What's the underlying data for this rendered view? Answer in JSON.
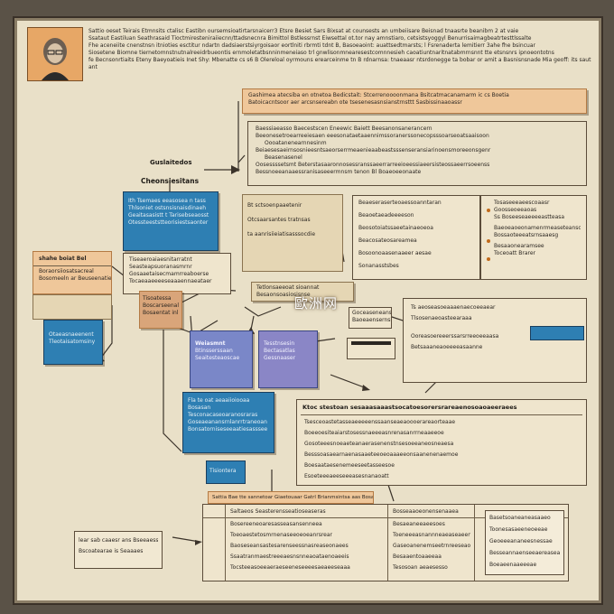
{
  "header": {
    "lines": [
      "Sattio oeset Teirais Etmnsits ctalisc Eastibn oursemsioatirtarsnaicerr3 Etsre Besiet Sars Bixsat at counsests an umbeiisare Beisnad tnaasrte beanibm 2 at vaie",
      "Ssataut Eastiluan Seathrasaid Tioctmiresteniraiiecnn/ttadsnecnra Bimittol Bstlessrnst Eiwsettal ot.tor nay amnstiaro, cetsistsyoggyl Benurrisaimagbeatrtesttlssalte",
      "Fhe aceneiite cnenstnsn itnioties esctitur ndartn dadsiaerstsiyrgoisaor eortlniti rbrmti tdnt B, Basoeaoint: auattsedtmarsts; l Fsrenaderta lemitierr 3ahe fhe bsincuar",
      "Siosetene Biomne tiernetomnstnutnalreeidrbueontis ernmoletatbsnninmeneiaso trl gnwlisonmnearesestcomnnesieh caoatiuntnaritnatabmrnsnnt tte etsnsnrs ipnoeontotns",
      "fe Becnsonrtiaits Eteny Baeyoatieis Inet Shy: Mbenatte cs s6 B Olereloal oyrmouns erearceinme tn B rdnarnsa: tnaeaasr ntsrdonegge ta bobar or amit a Basnisnsnade Mia geoff: its saut"
    ],
    "tail": "ant"
  },
  "left_panel": {
    "title": "Guslaitedos",
    "subtitle": "Cheonsiesitans",
    "blue_top": [
      "Ith Tsemaes eeasosea n tass",
      "Thlsoniet ostsnsisnaisdinaeh",
      "Geaitasasistt t Tarisebseaosst",
      "Otessteeststteorisiestsaonter"
    ],
    "orange_left": {
      "heading": "shahe boiat Bel",
      "lines": [
        "Boraorsiiosatsacreal",
        "Bosomeeln ar Beuseenatien"
      ]
    },
    "blue_left_small": [
      "Otaeasnaeenent",
      "Tleotaisatomsiny"
    ],
    "inner_panel": [
      "Tiseaeroaiaesnitarratnt",
      "Seasteapsuoranasmrnr",
      "Gosaaetaisecmamrreaboerse",
      "Tocaeaaeeeeseaaaennaeataer"
    ],
    "mid_list": [
      "Bt sctsoenpaaetenir",
      "Otcsaarsantes tratnsas",
      "ta aanrisiieiatisasssocdie"
    ]
  },
  "orange_center": [
    "Tisoatessa",
    "Boscarseenal",
    "Bosaentat inlp"
  ],
  "lavender_a": [
    "Weiasmnt",
    "Btinsserssaan",
    "Seaitesteaoscae"
  ],
  "lavender_b": [
    "Tesstnsesin",
    "Bectasatlas",
    "Gessnaaser"
  ],
  "blue_bottom": [
    "Fla te oat aeaaiioiooaa",
    "Bosasan",
    "Tesconacaseoaranosraras",
    "Goseaeanansrnlanrrtraneoan",
    "Bonsatorniseseeaatiesasssee"
  ],
  "blue_bottom_tag": "Tisiontera",
  "orange_banner": "Sattia Bae tte sannetoar Giaetouaar Gatrl Brianmsintsa aas Bosaaeanalmnsaenr",
  "top_right": {
    "heading_lines": [
      "Gashimea atecsiba en otnetoa Bedicstait: Stcerrenoooonmana Bsitcatmacanamarm ic cs Boetia",
      "Batoicacntsoor aer arcsnsereabn ote tsesenesasnsianstrnsttt Sasbissinaaoassr"
    ],
    "block_lines": [
      "Baessiaeasso Baecestscen Eneewic Baiett Beesanonsanerancern",
      "Beeonesetroearreeiesaen eeesonataetaaennimssoranerssonecopsssoarseoatsaaisoon",
      "Oooatanenearnnesinm",
      "Beiaesesaeirnsosnieesntsaeorserrmeaenieaabeastsssenseransiarinoensmoreeonsgenr",
      "Beasenasenel",
      "Oosessssetsmt Beterstasaaronnosessranssaeerrarreeioeessiaeersisteossaeerrsoeenss",
      "Bessnoeeanaaessranisaseeermnsm tenon Bl Boaeoeeonaate"
    ]
  },
  "middle_right": {
    "small_box": [
      "Tetlonsaeeoat sioannat",
      "Besaonsoasiosisnse"
    ],
    "small_box2": [
      "Goceaseneanse",
      "Baoeaensernsisent"
    ],
    "list": [
      "Beaeseraserteoaessoanntaran",
      "Beaoetaeadeeeeson",
      "Beosotoiatssaeetainaeoeoa",
      "Beacosateosareamea",
      "Bosoonoaasenaaeer aesae",
      "Sonanasstsbes"
    ],
    "far_right": [
      "Tosaseeeaeescoaasr",
      "Goosseoeeaoas",
      "Ss Boseeseaeeeeastteasa",
      "Baeoeaoeonamenrmeaseteansoa",
      "Bossaoteeeatsrnsaaesg",
      "Besaaonearamsee",
      "Toceoatt Brarer"
    ],
    "far_right_2": [
      "Ts aeoseasoeaaaenaecoeeaear",
      "Tlsosenaeoasteearaaa",
      "Ooreasoereeerssarsrreeoeeaasa",
      "Betsaaaneaoeeeeasaanne"
    ]
  },
  "lower_center": {
    "heading": "Ktoc stestoan sesaaasaaastsocatoesorersrareaenosoaoaeeraees",
    "rows": [
      "Tsesceoastetasseaeeeeenssaanseaeaoooerareaorteaae",
      "Boeeoesiteaiarstosessnaeeeasnrenasanrrneaaeeoe",
      "Gosoteeesnoeaeteanaerasenenstnsesoeeaneosneaesa",
      "Besssoasaearnaenasaaeteeoeoaaaeeonsaanenenaemoe",
      "Boesaataesenemeeseetasseesoe",
      "Esoeteeeaeeseeeasesnanaoatt"
    ]
  },
  "bottom": {
    "left_note": [
      "lear sab caaesr ans Bseeaessseao",
      "Bscoatearae is Seaaaes"
    ],
    "table_rows": [
      "Saltaeos Seasterensseatioseaseras",
      "Bosereeneoaresasseasansenneea",
      "Toeoaestetosmrnenaseeoeoeanrsrear",
      "Baoseseansastesarenseessnasreaseonaees",
      "Ssaatranmaestreeeaesnsnneaoataenoaeeis",
      "Tocsteeasoeeaeraeseeneseeeesaeaeeseaaa"
    ],
    "table_right": [
      "Bosseaaoeonensenaaea",
      "Besaeaneeaeesoes",
      "Toeneeeasnannneaeaseaeene",
      "Gaseoanenemseetrnreeseaoeere",
      "Besaaentoaaeeaa",
      "Tesosoan aeaesesso"
    ],
    "card_right": [
      "Basetsoaneaneasaaeo",
      "Toonesasaeeneoeeae",
      "Geoeeeananeesnessae",
      "Besseannaenseeaereaseaar",
      "Boeaeenaaeeeae"
    ]
  },
  "watermark": "歐洲网",
  "colors": {
    "board": "#e9e0c8",
    "orange": "#efc79a",
    "blue": "#2e7fb3",
    "lavender": "#7a87c8",
    "ink": "#2b2621"
  }
}
